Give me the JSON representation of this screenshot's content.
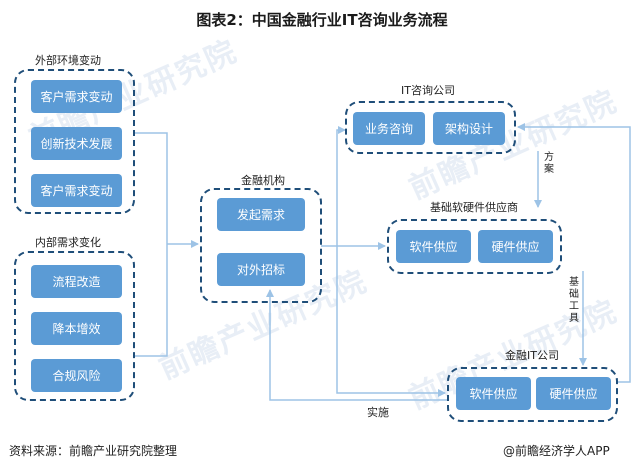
{
  "title": "图表2：中国金融行业IT咨询业务流程",
  "groups": {
    "external": {
      "label": "外部环境变动",
      "items": [
        "客户需求变动",
        "创新技术发展",
        "客户需求变动"
      ]
    },
    "internal": {
      "label": "内部需求变化",
      "items": [
        "流程改造",
        "降本增效",
        "合规风险"
      ]
    },
    "finance": {
      "label": "金融机构",
      "items": [
        "发起需求",
        "对外招标"
      ]
    },
    "itconsult": {
      "label": "IT咨询公司",
      "items": [
        "业务咨询",
        "架构设计"
      ]
    },
    "supplier": {
      "label": "基础软硬件供应商",
      "items": [
        "软件供应",
        "硬件供应"
      ]
    },
    "finit": {
      "label": "金融IT公司",
      "items": [
        "软件供应",
        "硬件供应"
      ]
    }
  },
  "flow_labels": {
    "plan": "方案",
    "tools": "基础工具",
    "implement": "实施"
  },
  "footer": {
    "source": "资料来源：前瞻产业研究院整理",
    "brand": "@前瞻经济学人APP"
  },
  "watermark": "前瞻产业研究院",
  "colors": {
    "box": "#5b9bd5",
    "border": "#1f4e79",
    "arrow": "#9dc3e6"
  }
}
